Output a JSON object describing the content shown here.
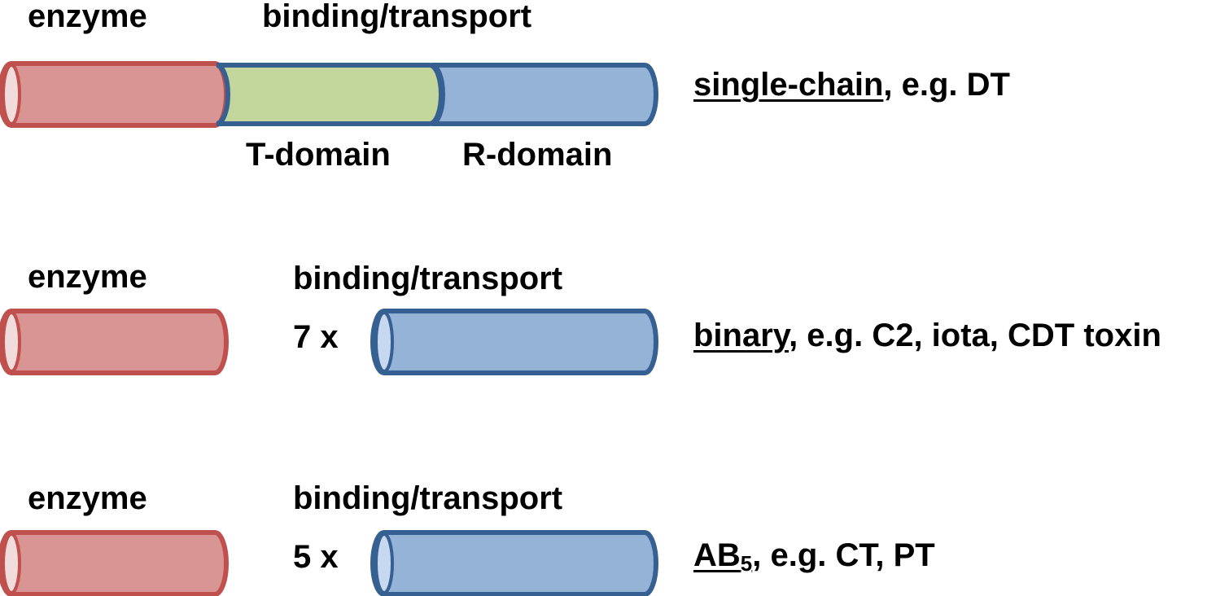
{
  "colors": {
    "enzyme_fill": "#d99594",
    "enzyme_stroke": "#c0504d",
    "tdomain_fill": "#c3d69b",
    "binding_fill": "#95b3d7",
    "binding_stroke": "#376092",
    "binding_end_fill": "#c6d9f1",
    "enzyme_end_fill": "#f2dcdb"
  },
  "row1": {
    "enzyme_label": "enzyme",
    "binding_label": "binding/transport",
    "t_domain_label": "T-domain",
    "r_domain_label": "R-domain",
    "type_name": "single-chain",
    "type_rest": ", e.g. DT"
  },
  "row2": {
    "enzyme_label": "enzyme",
    "binding_label": "binding/transport",
    "multiplier": "7 x",
    "type_name": "binary",
    "type_rest": ", e.g. C2, iota, CDT toxin"
  },
  "row3": {
    "enzyme_label": "enzyme",
    "binding_label": "binding/transport",
    "multiplier": "5 x",
    "type_name": "AB",
    "type_sub": "5",
    "type_rest": ", e.g. CT, PT"
  }
}
